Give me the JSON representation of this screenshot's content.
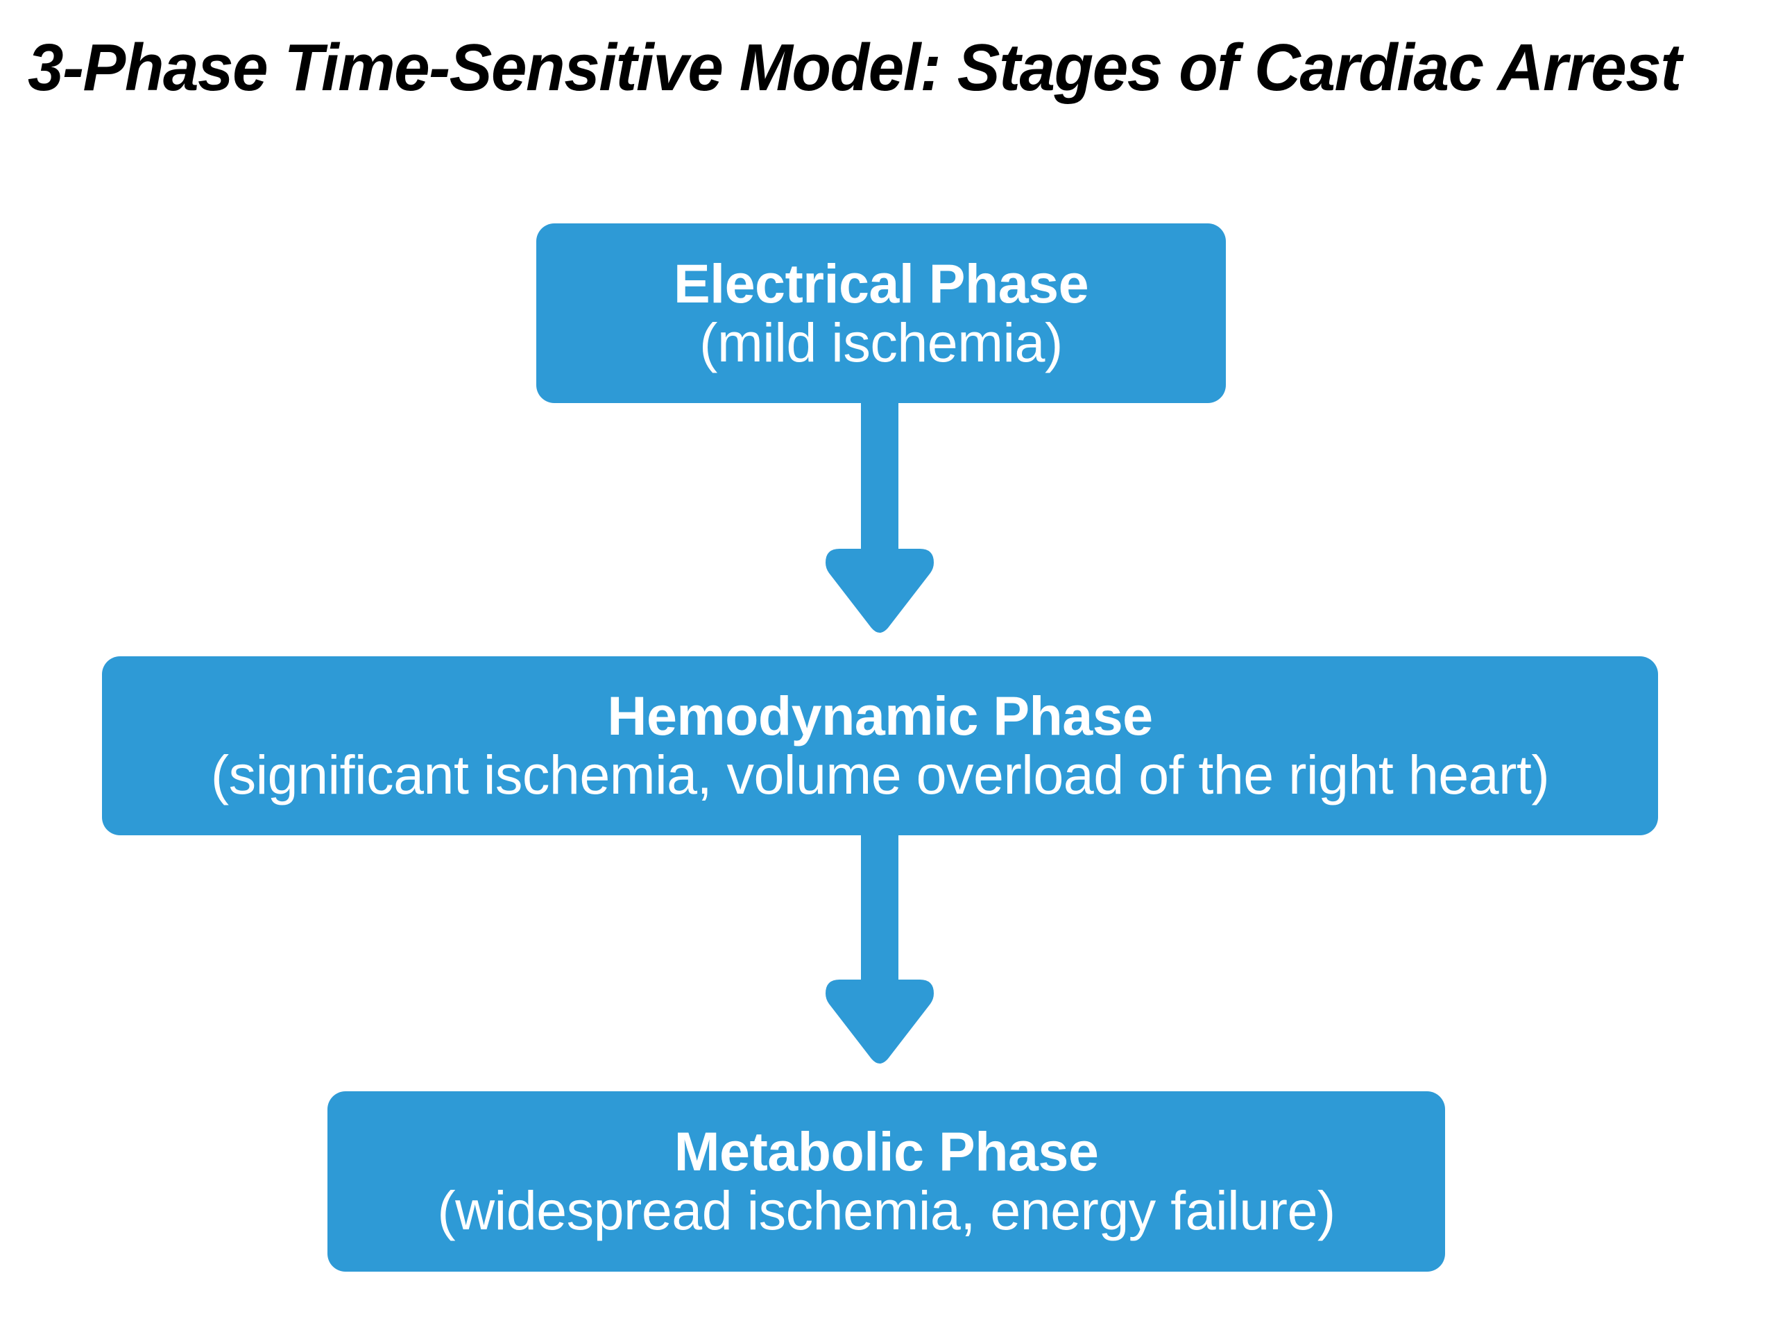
{
  "page": {
    "title": "3-Phase Time-Sensitive Model: Stages of Cardiac Arrest",
    "background_color": "#ffffff",
    "accent_color": "#2e9ad6",
    "text_on_accent_color": "#ffffff",
    "title_color": "#000000"
  },
  "flowchart": {
    "type": "vertical-flow",
    "node_count": 3,
    "nodes": [
      {
        "id": "electrical",
        "title": "Electrical Phase",
        "subtitle": "(mild ischemia)",
        "order": 1
      },
      {
        "id": "hemodynamic",
        "title": "Hemodynamic Phase",
        "subtitle": "(significant ischemia, volume overload of the right heart)",
        "order": 2
      },
      {
        "id": "metabolic",
        "title": "Metabolic Phase",
        "subtitle": "(widespread ischemia, energy failure)",
        "order": 3
      }
    ],
    "connectors": [
      {
        "id": "arrow-1",
        "from": "electrical",
        "to": "hemodynamic",
        "glyph": "down-arrow"
      },
      {
        "id": "arrow-2",
        "from": "hemodynamic",
        "to": "metabolic",
        "glyph": "down-arrow"
      }
    ]
  }
}
